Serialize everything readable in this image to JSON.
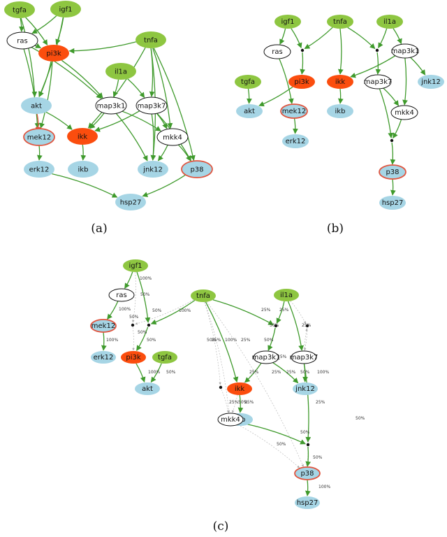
{
  "colors": {
    "stimulus": "#8ec641",
    "inhibited": "#fb4d0e",
    "readout": "#a6d5e5",
    "hidden": "#ffffff",
    "edge": "#3f9a2c",
    "inhibit": "#e0543e",
    "faint": "#bbbbbb"
  },
  "panels": [
    {
      "caption": "(a)",
      "nodes": [
        {
          "id": "tgfa",
          "label": "tgfa",
          "kind": "stimulus"
        },
        {
          "id": "igf1",
          "label": "igf1",
          "kind": "stimulus"
        },
        {
          "id": "ras",
          "label": "ras",
          "kind": "hidden"
        },
        {
          "id": "tnfa",
          "label": "tnfa",
          "kind": "stimulus"
        },
        {
          "id": "pi3k",
          "label": "pi3k",
          "kind": "inhibited"
        },
        {
          "id": "il1a",
          "label": "il1a",
          "kind": "stimulus"
        },
        {
          "id": "akt",
          "label": "akt",
          "kind": "readout"
        },
        {
          "id": "map3k1",
          "label": "map3k1",
          "kind": "hidden"
        },
        {
          "id": "map3k7",
          "label": "map3k7",
          "kind": "hidden"
        },
        {
          "id": "mek12",
          "label": "mek12",
          "kind": "readout-inhibited"
        },
        {
          "id": "ikk",
          "label": "ikk",
          "kind": "inhibited"
        },
        {
          "id": "mkk4",
          "label": "mkk4",
          "kind": "hidden"
        },
        {
          "id": "erk12",
          "label": "erk12",
          "kind": "readout"
        },
        {
          "id": "ikb",
          "label": "ikb",
          "kind": "readout"
        },
        {
          "id": "jnk12",
          "label": "jnk12",
          "kind": "readout"
        },
        {
          "id": "p38",
          "label": "p38",
          "kind": "readout-inhibited"
        },
        {
          "id": "hsp27",
          "label": "hsp27",
          "kind": "readout"
        }
      ]
    },
    {
      "caption": "(b)",
      "nodes": [
        {
          "id": "igf1",
          "label": "igf1",
          "kind": "stimulus"
        },
        {
          "id": "tnfa",
          "label": "tnfa",
          "kind": "stimulus"
        },
        {
          "id": "il1a",
          "label": "il1a",
          "kind": "stimulus"
        },
        {
          "id": "ras",
          "label": "ras",
          "kind": "hidden"
        },
        {
          "id": "map3k1",
          "label": "map3k1",
          "kind": "hidden"
        },
        {
          "id": "tgfa",
          "label": "tgfa",
          "kind": "stimulus"
        },
        {
          "id": "pi3k",
          "label": "pi3k",
          "kind": "inhibited"
        },
        {
          "id": "ikk",
          "label": "ikk",
          "kind": "inhibited"
        },
        {
          "id": "map3k7",
          "label": "map3k7",
          "kind": "hidden"
        },
        {
          "id": "jnk12",
          "label": "jnk12",
          "kind": "readout"
        },
        {
          "id": "akt",
          "label": "akt",
          "kind": "readout"
        },
        {
          "id": "mek12",
          "label": "mek12",
          "kind": "readout-inhibited"
        },
        {
          "id": "ikb",
          "label": "ikb",
          "kind": "readout"
        },
        {
          "id": "mkk4",
          "label": "mkk4",
          "kind": "hidden"
        },
        {
          "id": "erk12",
          "label": "erk12",
          "kind": "readout"
        },
        {
          "id": "p38",
          "label": "p38",
          "kind": "readout-inhibited"
        },
        {
          "id": "hsp27",
          "label": "hsp27",
          "kind": "readout"
        }
      ]
    },
    {
      "caption": "(c)",
      "nodes": [
        {
          "id": "igf1",
          "label": "igf1",
          "kind": "stimulus"
        },
        {
          "id": "ras",
          "label": "ras",
          "kind": "hidden"
        },
        {
          "id": "tnfa",
          "label": "tnfa",
          "kind": "stimulus"
        },
        {
          "id": "il1a",
          "label": "il1a",
          "kind": "stimulus"
        },
        {
          "id": "mek12",
          "label": "mek12",
          "kind": "readout-inhibited"
        },
        {
          "id": "erk12",
          "label": "erk12",
          "kind": "readout"
        },
        {
          "id": "pi3k",
          "label": "pi3k",
          "kind": "inhibited"
        },
        {
          "id": "tgfa",
          "label": "tgfa",
          "kind": "stimulus"
        },
        {
          "id": "akt",
          "label": "akt",
          "kind": "readout"
        },
        {
          "id": "map3k1",
          "label": "map3k1",
          "kind": "hidden"
        },
        {
          "id": "map3k7",
          "label": "map3k7",
          "kind": "hidden"
        },
        {
          "id": "jnk12",
          "label": "jnk12",
          "kind": "readout"
        },
        {
          "id": "ikk",
          "label": "ikk",
          "kind": "inhibited"
        },
        {
          "id": "ikb",
          "label": "ikb",
          "kind": "readout"
        },
        {
          "id": "mkk4",
          "label": "mkk4",
          "kind": "hidden"
        },
        {
          "id": "p38",
          "label": "p38",
          "kind": "readout-inhibited"
        },
        {
          "id": "hsp27",
          "label": "hsp27",
          "kind": "readout"
        }
      ],
      "edge_labels": [
        "100%",
        "50%",
        "100%",
        "50%",
        "50%",
        "50%",
        "100%",
        "50%",
        "50%",
        "100%",
        "100%",
        "25%",
        "25%",
        "50%",
        "25%",
        "25%",
        "100%",
        "25%",
        "25%",
        "25%",
        "25%",
        "50%",
        "50%",
        "25%",
        "50%",
        "25%",
        "50%",
        "25%",
        "100%",
        "25%",
        "50%",
        "50%",
        "50%",
        "50%",
        "100%"
      ]
    }
  ]
}
